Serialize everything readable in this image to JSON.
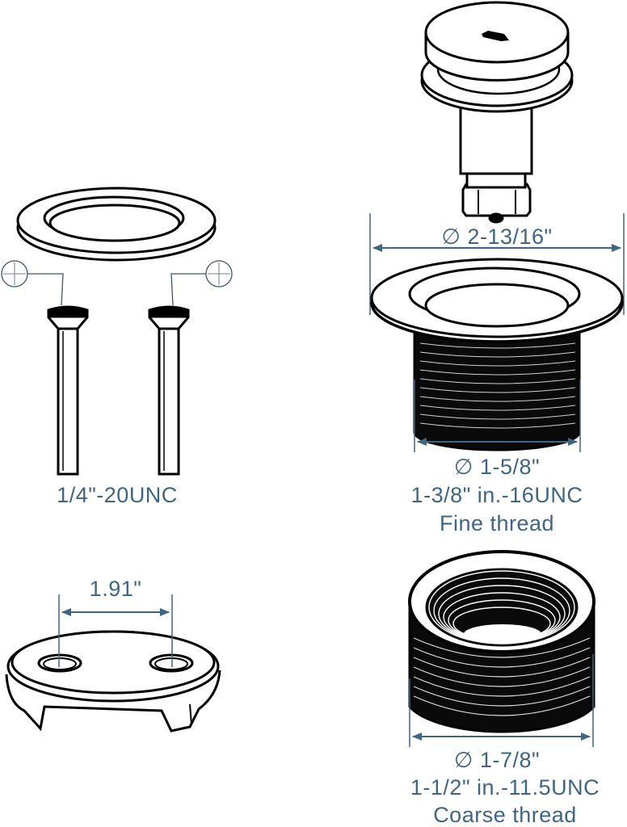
{
  "diagram": {
    "title": "Tub drain stopper conversion kit – parts and dimensions",
    "colors": {
      "annotation": "#3f6585",
      "linework": "#000000",
      "background": "#ffffff"
    },
    "parts": [
      {
        "id": "stopper",
        "name": "Tip-toe stopper",
        "labels": []
      },
      {
        "id": "drain-flange",
        "name": "Drain flange with fine thread",
        "labels": {
          "outer_diameter": "∅ 2-13/16\"",
          "thread_diameter": "∅ 1-5/8\"",
          "thread_spec": "1-3/8\" in.-16UNC",
          "thread_type": "Fine thread"
        }
      },
      {
        "id": "gasket",
        "name": "Flange gasket",
        "labels": []
      },
      {
        "id": "screws",
        "name": "Phillips flat-head screws (x2)",
        "labels": {
          "thread_spec": "1/4\"-20UNC"
        },
        "icons": [
          "phillips-head-icon",
          "phillips-head-icon"
        ]
      },
      {
        "id": "cover-plate",
        "name": "Overflow cover plate",
        "labels": {
          "hole_spacing": "1.91\""
        }
      },
      {
        "id": "adapter-ring",
        "name": "Thread adapter ring with coarse thread",
        "labels": {
          "outer_diameter": "∅ 1-7/8\"",
          "thread_spec": "1-1/2\" in.-11.5UNC",
          "thread_type": "Coarse thread"
        }
      }
    ]
  }
}
